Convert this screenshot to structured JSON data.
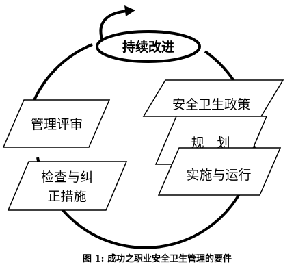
{
  "diagram": {
    "oval_label": "持续改进",
    "review_label": "管理评审",
    "check_label_line1": "检查与纠",
    "check_label_line2": "正措施",
    "policy_label": "安全卫生政策",
    "plan_label": "规　划",
    "implement_label": "实施与运行",
    "caption": "图 1: 成功之职业安全卫生管理的要件"
  }
}
